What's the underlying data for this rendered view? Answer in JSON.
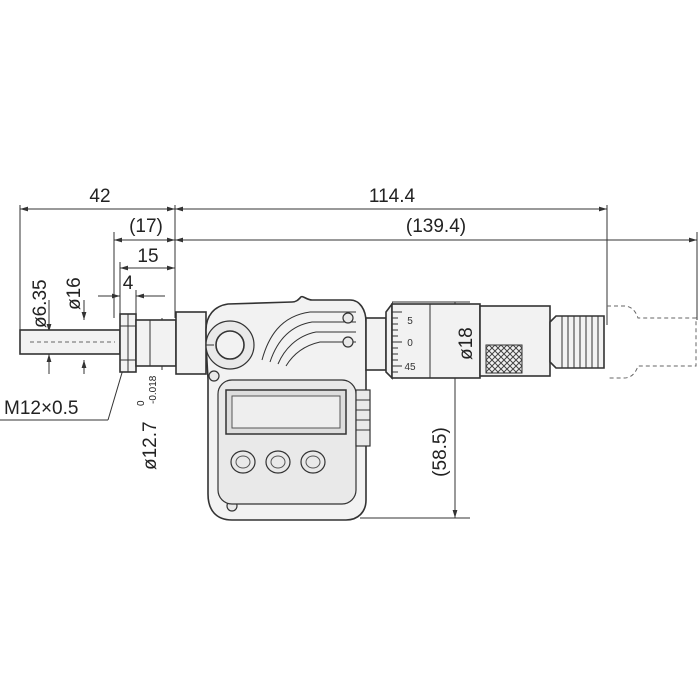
{
  "dimensions": {
    "overall_left": "42",
    "overall_right": "114.4",
    "spindle_ref": "(17)",
    "max_ref": "(139.4)",
    "flange_offset": "15",
    "flange_width": "4",
    "spindle_dia": "ø6.35",
    "thread_dia": "ø16",
    "thread": "M12×0.5",
    "stem_dia": "ø12.7",
    "stem_tol_upper": "0",
    "stem_tol_lower": "-0.018",
    "thimble_dia": "ø18",
    "height_ref": "(58.5)"
  },
  "thimble_scale": {
    "top": "5",
    "mid": "0",
    "bottom": "45"
  }
}
